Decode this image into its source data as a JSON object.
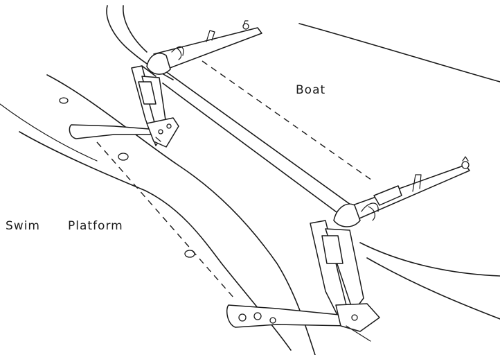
{
  "labels": {
    "boat": "Boat",
    "swim": "Swim",
    "platform": "Platform"
  },
  "colors": {
    "line": "#1a1a1a",
    "background": "#ffffff"
  }
}
